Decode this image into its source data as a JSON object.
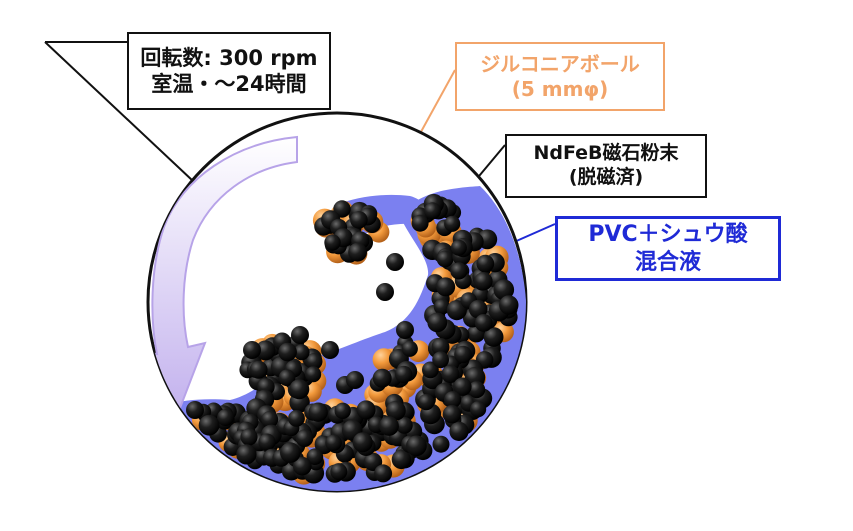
{
  "labels": {
    "conditions": {
      "line1": "回転数: 300 rpm",
      "line2": "室温・～24時間"
    },
    "zirconia_ball": {
      "line1": "ジルコニアボール",
      "line2": "(5 mmφ)"
    },
    "ndfeb_powder": {
      "line1": "NdFeB磁石粉末",
      "line2": "(脱磁済)"
    },
    "pvc_mixture": {
      "line1": "PVC＋シュウ酸",
      "line2": "混合液"
    }
  },
  "colors": {
    "ball": "#f39a3c",
    "powder": "#141414",
    "liquid": "#7b80f0",
    "arrow": "#c9b8ee",
    "zirconia_label": "#f2a46a",
    "pvc_label": "#1f2ad6"
  },
  "icons": [
    "rotation-arrow-icon"
  ]
}
